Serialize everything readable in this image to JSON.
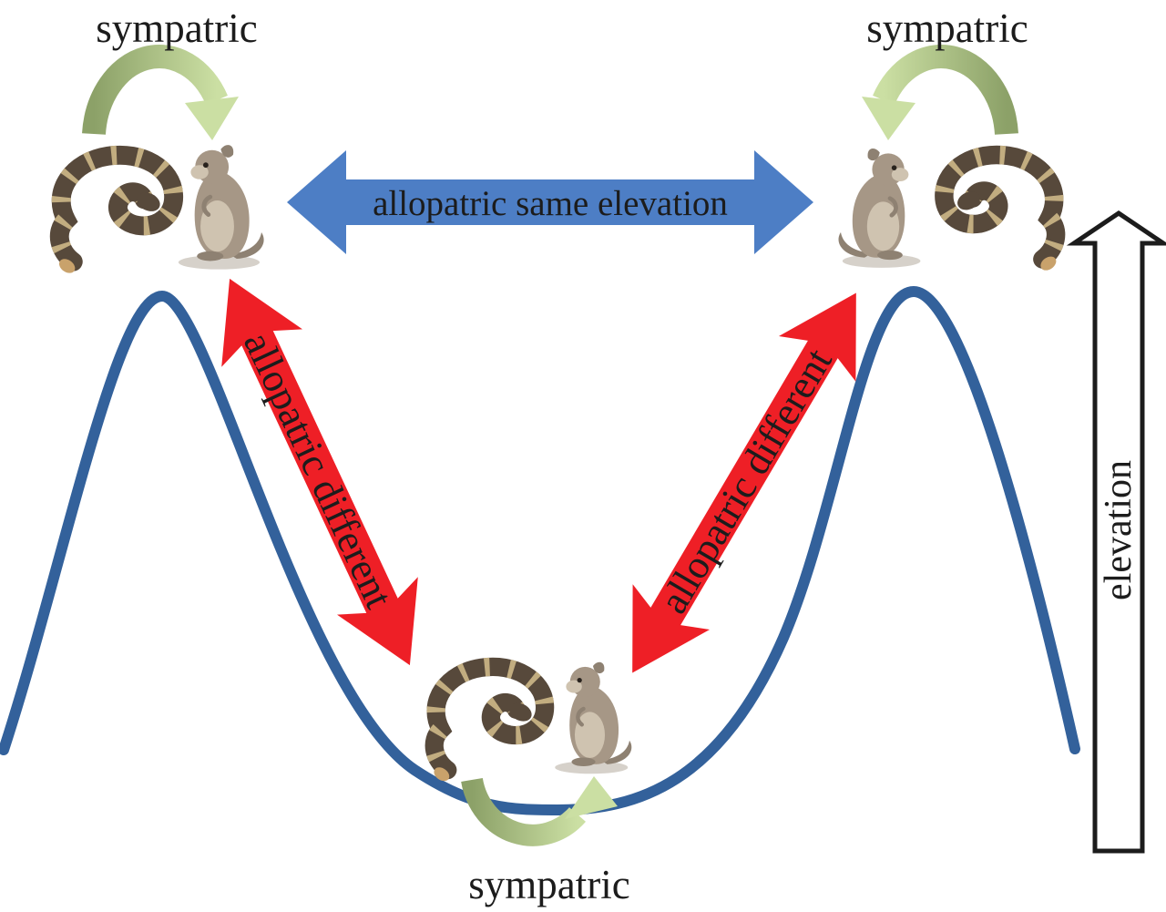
{
  "figure": {
    "labels": {
      "sympatric_top_left": "sympatric",
      "sympatric_top_right": "sympatric",
      "sympatric_bottom": "sympatric",
      "allopatric_same_elevation": "allopatric same elevation",
      "allopatric_different_left": "allopatric different",
      "allopatric_different_right": "allopatric different",
      "elevation": "elevation"
    },
    "colors": {
      "sympatric_arrow_dark": "#8CA168",
      "sympatric_arrow_light": "#CBDFA3",
      "allopatric_same_arrow": "#4D7EC5",
      "allopatric_different_arrow": "#EE1F26",
      "mountain_curve": "#33619B",
      "elevation_arrow_fill": "#FFFFFF",
      "text": "#1C1C1C",
      "snake_body": "#57493B",
      "snake_bands": "#C2AD80",
      "snake_rattle": "#C9A26B",
      "squirrel_body": "#A69786",
      "squirrel_belly": "#CFC3B0",
      "squirrel_accent": "#8E8172",
      "squirrel_shadow": "#D6D1CA"
    },
    "icons": [
      {
        "name": "rattlesnake-image",
        "shape": "coiled-banded-snake"
      },
      {
        "name": "squirrel-image",
        "shape": "standing-ground-squirrel"
      },
      {
        "name": "sympatric-loop-arrow-icon",
        "shape": "curved-arch-arrow"
      },
      {
        "name": "double-headed-arrow-icon",
        "shape": "two-way-arrow"
      },
      {
        "name": "elevation-axis-arrow-icon",
        "shape": "outlined-up-arrow"
      }
    ]
  }
}
